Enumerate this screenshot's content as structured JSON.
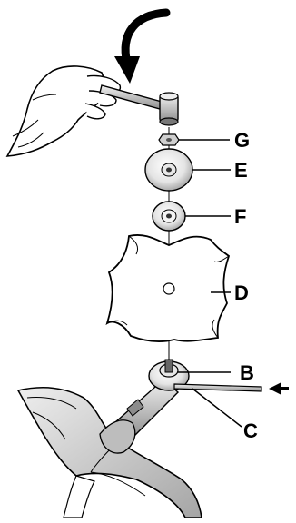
{
  "labels": {
    "g": "G",
    "e": "E",
    "f": "F",
    "d": "D",
    "b": "B",
    "c": "C"
  },
  "colors": {
    "ink": "#000000",
    "paper": "#ffffff",
    "shade_light": "#d9d9d9",
    "shade_mid": "#9a9a9a",
    "shade_dark": "#5a5a5a"
  },
  "icons": {
    "rotation_arrow": "curved-arrow-counterclockwise",
    "pointer_arrow": "arrow-left"
  }
}
